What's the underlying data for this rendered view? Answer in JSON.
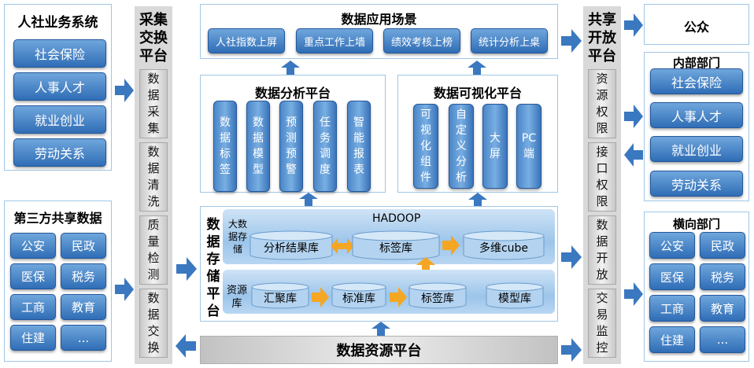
{
  "left": {
    "hr_title": "人社业务系统",
    "hr_items": [
      "社会保险",
      "人事人才",
      "就业创业",
      "劳动关系"
    ],
    "third_title": "第三方共享数据",
    "third_items": [
      "公安",
      "民政",
      "医保",
      "税务",
      "工商",
      "教育",
      "住建",
      "..."
    ]
  },
  "collect": {
    "title": "采集交换平台",
    "items": [
      "数据采集",
      "数据清洗",
      "质量检测",
      "数据交换"
    ]
  },
  "scenes": {
    "title": "数据应用场景",
    "items": [
      "人社指数上屏",
      "重点工作上墙",
      "绩效考核上榜",
      "统计分析上桌"
    ]
  },
  "analysis": {
    "title": "数据分析平台",
    "items": [
      "数据标签",
      "数据模型",
      "预测预警",
      "任务调度",
      "智能报表"
    ]
  },
  "visual": {
    "title": "数据可视化平台",
    "items": [
      "可视化组件",
      "自定义分析",
      "大屏",
      "PC端"
    ]
  },
  "storage": {
    "title": "数据存储平台",
    "hadoop": "HADOOP",
    "bigdata_label": "大数据存储",
    "resource_label": "资源库",
    "row1": [
      "分析结果库",
      "标签库",
      "多维cube"
    ],
    "row2": [
      "汇聚库",
      "标准库",
      "标签库",
      "模型库"
    ]
  },
  "resource_platform": "数据资源平台",
  "share": {
    "title": "共享开放平台",
    "items": [
      "资源权限",
      "接口权限",
      "数据开放",
      "交易监控"
    ]
  },
  "right": {
    "public": "公众",
    "internal_title": "内部部门",
    "internal_items": [
      "社会保险",
      "人事人才",
      "就业创业",
      "劳动关系"
    ],
    "horizontal_title": "横向部门",
    "horizontal_items": [
      "公安",
      "民政",
      "医保",
      "税务",
      "工商",
      "教育",
      "住建",
      "..."
    ]
  },
  "colors": {
    "button": "#3e7cc2",
    "panel_border": "#9fc6e6",
    "arrow": "#3a78c0",
    "orange": "#f5a623",
    "gray": "#d9d9d9"
  }
}
